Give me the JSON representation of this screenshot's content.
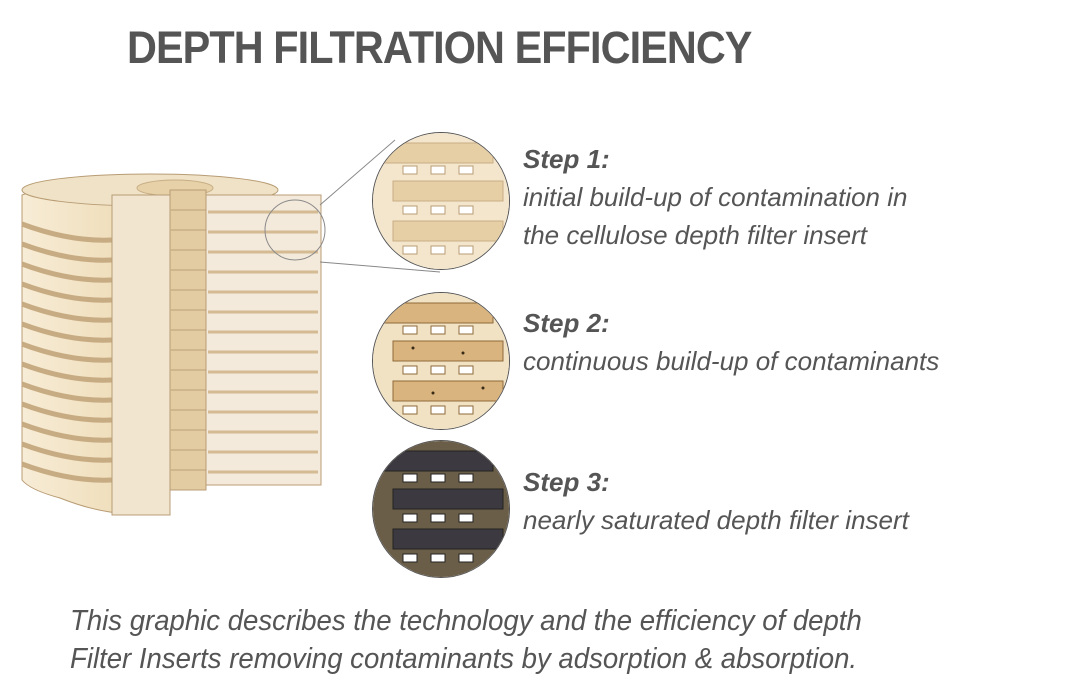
{
  "title": "DEPTH FILTRATION EFFICIENCY",
  "illustration": {
    "subject": "cellulose depth filter insert cutaway",
    "colors": {
      "light": "#f3e6cc",
      "mid": "#e6d1a8",
      "dark": "#c9ae85",
      "edge": "#b89c74"
    }
  },
  "steps": [
    {
      "label": "Step 1:",
      "lines": [
        "initial build-up of contamination in",
        "the cellulose depth filter insert"
      ],
      "color": "#efdcb8"
    },
    {
      "label": "Step 2:",
      "lines": [
        "continuous build-up of contaminants"
      ],
      "color": "#d9b47f"
    },
    {
      "label": "Step 3:",
      "lines": [
        "nearly saturated depth filter insert"
      ],
      "color": "#5a5448"
    }
  ],
  "caption": {
    "line1": "This graphic describes the technology and the efficiency of depth",
    "line2": "Filter Inserts removing contaminants by adsorption & absorption."
  }
}
